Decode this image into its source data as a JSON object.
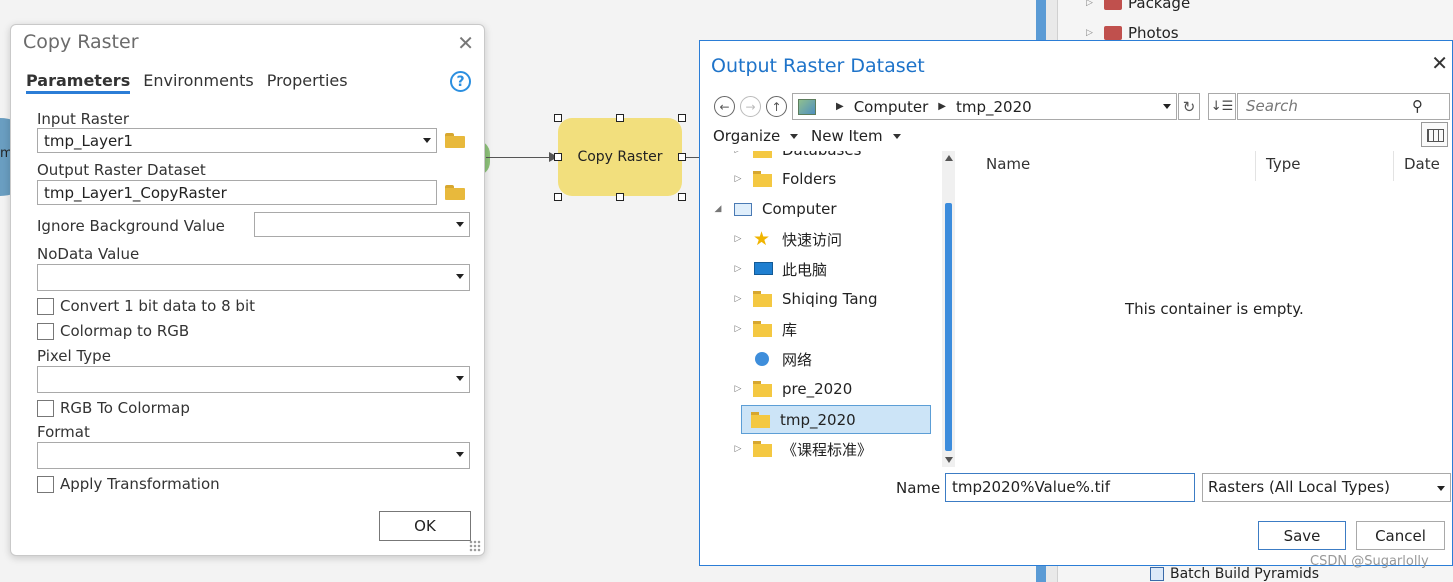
{
  "canvas": {
    "left_node_label": "m",
    "tool_node_label": "Copy Raster"
  },
  "catalog": {
    "items": [
      "Package",
      "Photos"
    ],
    "batch_item": "Batch Build Pyramids"
  },
  "copy_raster": {
    "title": "Copy Raster",
    "tabs": [
      "Parameters",
      "Environments",
      "Properties"
    ],
    "help": "?",
    "input_raster_label": "Input Raster",
    "input_raster_value": "tmp_Layer1",
    "output_label": "Output Raster Dataset",
    "output_value": "tmp_Layer1_CopyRaster",
    "ignore_bg_label": "Ignore Background Value",
    "ignore_bg_value": "",
    "nodata_label": "NoData Value",
    "nodata_value": "",
    "convert_bit_label": "Convert 1 bit data to 8 bit",
    "colormap_rgb_label": "Colormap to RGB",
    "pixel_type_label": "Pixel Type",
    "pixel_type_value": "",
    "rgb_colormap_label": "RGB To Colormap",
    "format_label": "Format",
    "format_value": "",
    "apply_transform_label": "Apply Transformation",
    "ok_label": "OK"
  },
  "output_dialog": {
    "title": "Output Raster Dataset",
    "address": [
      "Computer",
      "tmp_2020"
    ],
    "search_placeholder": "Search",
    "organize_label": "Organize",
    "new_item_label": "New Item",
    "tree": [
      {
        "label": "Databases",
        "icon": "folder-icon",
        "expander": true
      },
      {
        "label": "Folders",
        "icon": "folder-icon",
        "expander": true
      },
      {
        "label": "Computer",
        "icon": "computer-icon",
        "expander": true,
        "expanded": true
      },
      {
        "label": "快速访问",
        "icon": "star-icon",
        "expander": true
      },
      {
        "label": "此电脑",
        "icon": "pc-icon",
        "expander": true
      },
      {
        "label": "Shiqing Tang",
        "icon": "folder-icon",
        "expander": true
      },
      {
        "label": "库",
        "icon": "folder-icon",
        "expander": true
      },
      {
        "label": "网络",
        "icon": "network-icon",
        "expander": false
      },
      {
        "label": "pre_2020",
        "icon": "folder-icon",
        "expander": true
      },
      {
        "label": "tmp_2020",
        "icon": "folder-icon",
        "expander": false,
        "selected": true
      },
      {
        "label": "《课程标准》",
        "icon": "folder-icon",
        "expander": true
      }
    ],
    "columns": [
      "Name",
      "Type",
      "Date"
    ],
    "empty_message": "This container is empty.",
    "name_label": "Name",
    "name_value": "tmp2020%Value%.tif",
    "type_value": "Rasters (All Local Types)",
    "save_label": "Save",
    "cancel_label": "Cancel"
  },
  "watermark": "CSDN @Sugarlolly",
  "colors": {
    "accent": "#2b7dd6",
    "tool_node": "#f2df7d",
    "selection": "#cce4f7"
  }
}
